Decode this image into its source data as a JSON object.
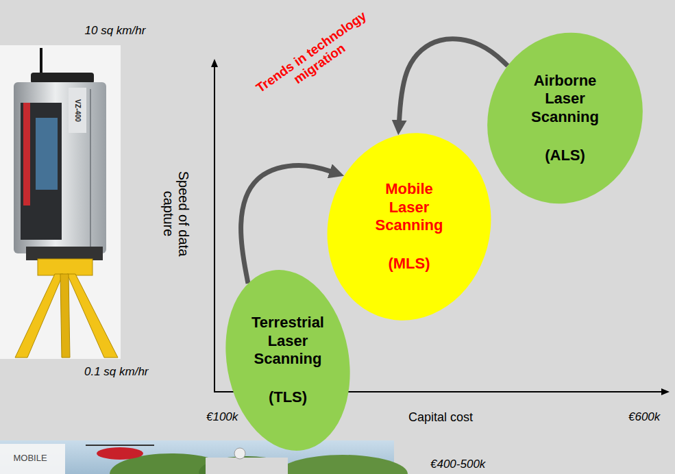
{
  "diagram": {
    "nodes": [
      {
        "text": [
          "Airborne Laser Scanning",
          "(ALS)"
        ]
      },
      {
        "text": [
          "Mobile Laser Scanning",
          "(MLS)"
        ]
      },
      {
        "text": [
          "Terrestrial Laser Scanning",
          "(TLS)"
        ]
      }
    ],
    "edges": [
      {
        "from": 0,
        "to": 1,
        "arrow": "to"
      },
      {
        "from": 2,
        "to": 1,
        "arrow": "to"
      }
    ],
    "labels": [
      "Trends in technology migration",
      "10 sq km/hr",
      "Speed of data capture",
      "0.1 sq km/hr",
      "€100k",
      "Capital cost",
      "€600k",
      "€400-500k",
      "VZ-400",
      "MOBILE"
    ]
  }
}
